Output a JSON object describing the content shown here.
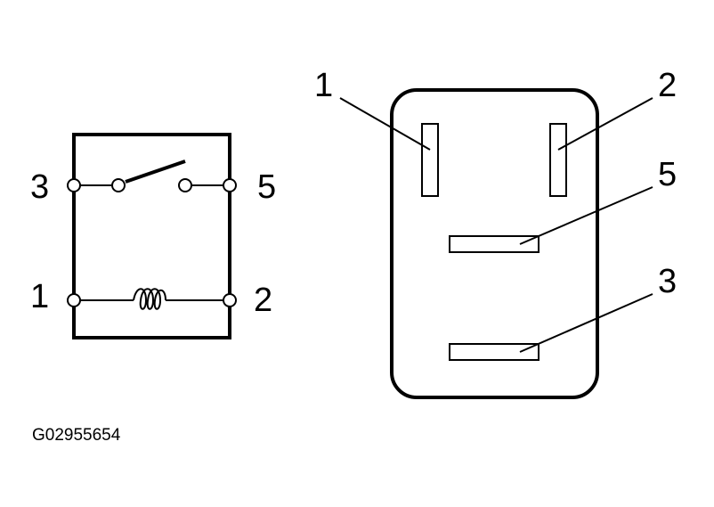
{
  "schematic": {
    "terminals": {
      "t3": "3",
      "t5": "5",
      "t1": "1",
      "t2": "2"
    }
  },
  "connector": {
    "pins": {
      "p1": "1",
      "p2": "2",
      "p5": "5",
      "p3": "3"
    }
  },
  "figure_id": "G02955654"
}
